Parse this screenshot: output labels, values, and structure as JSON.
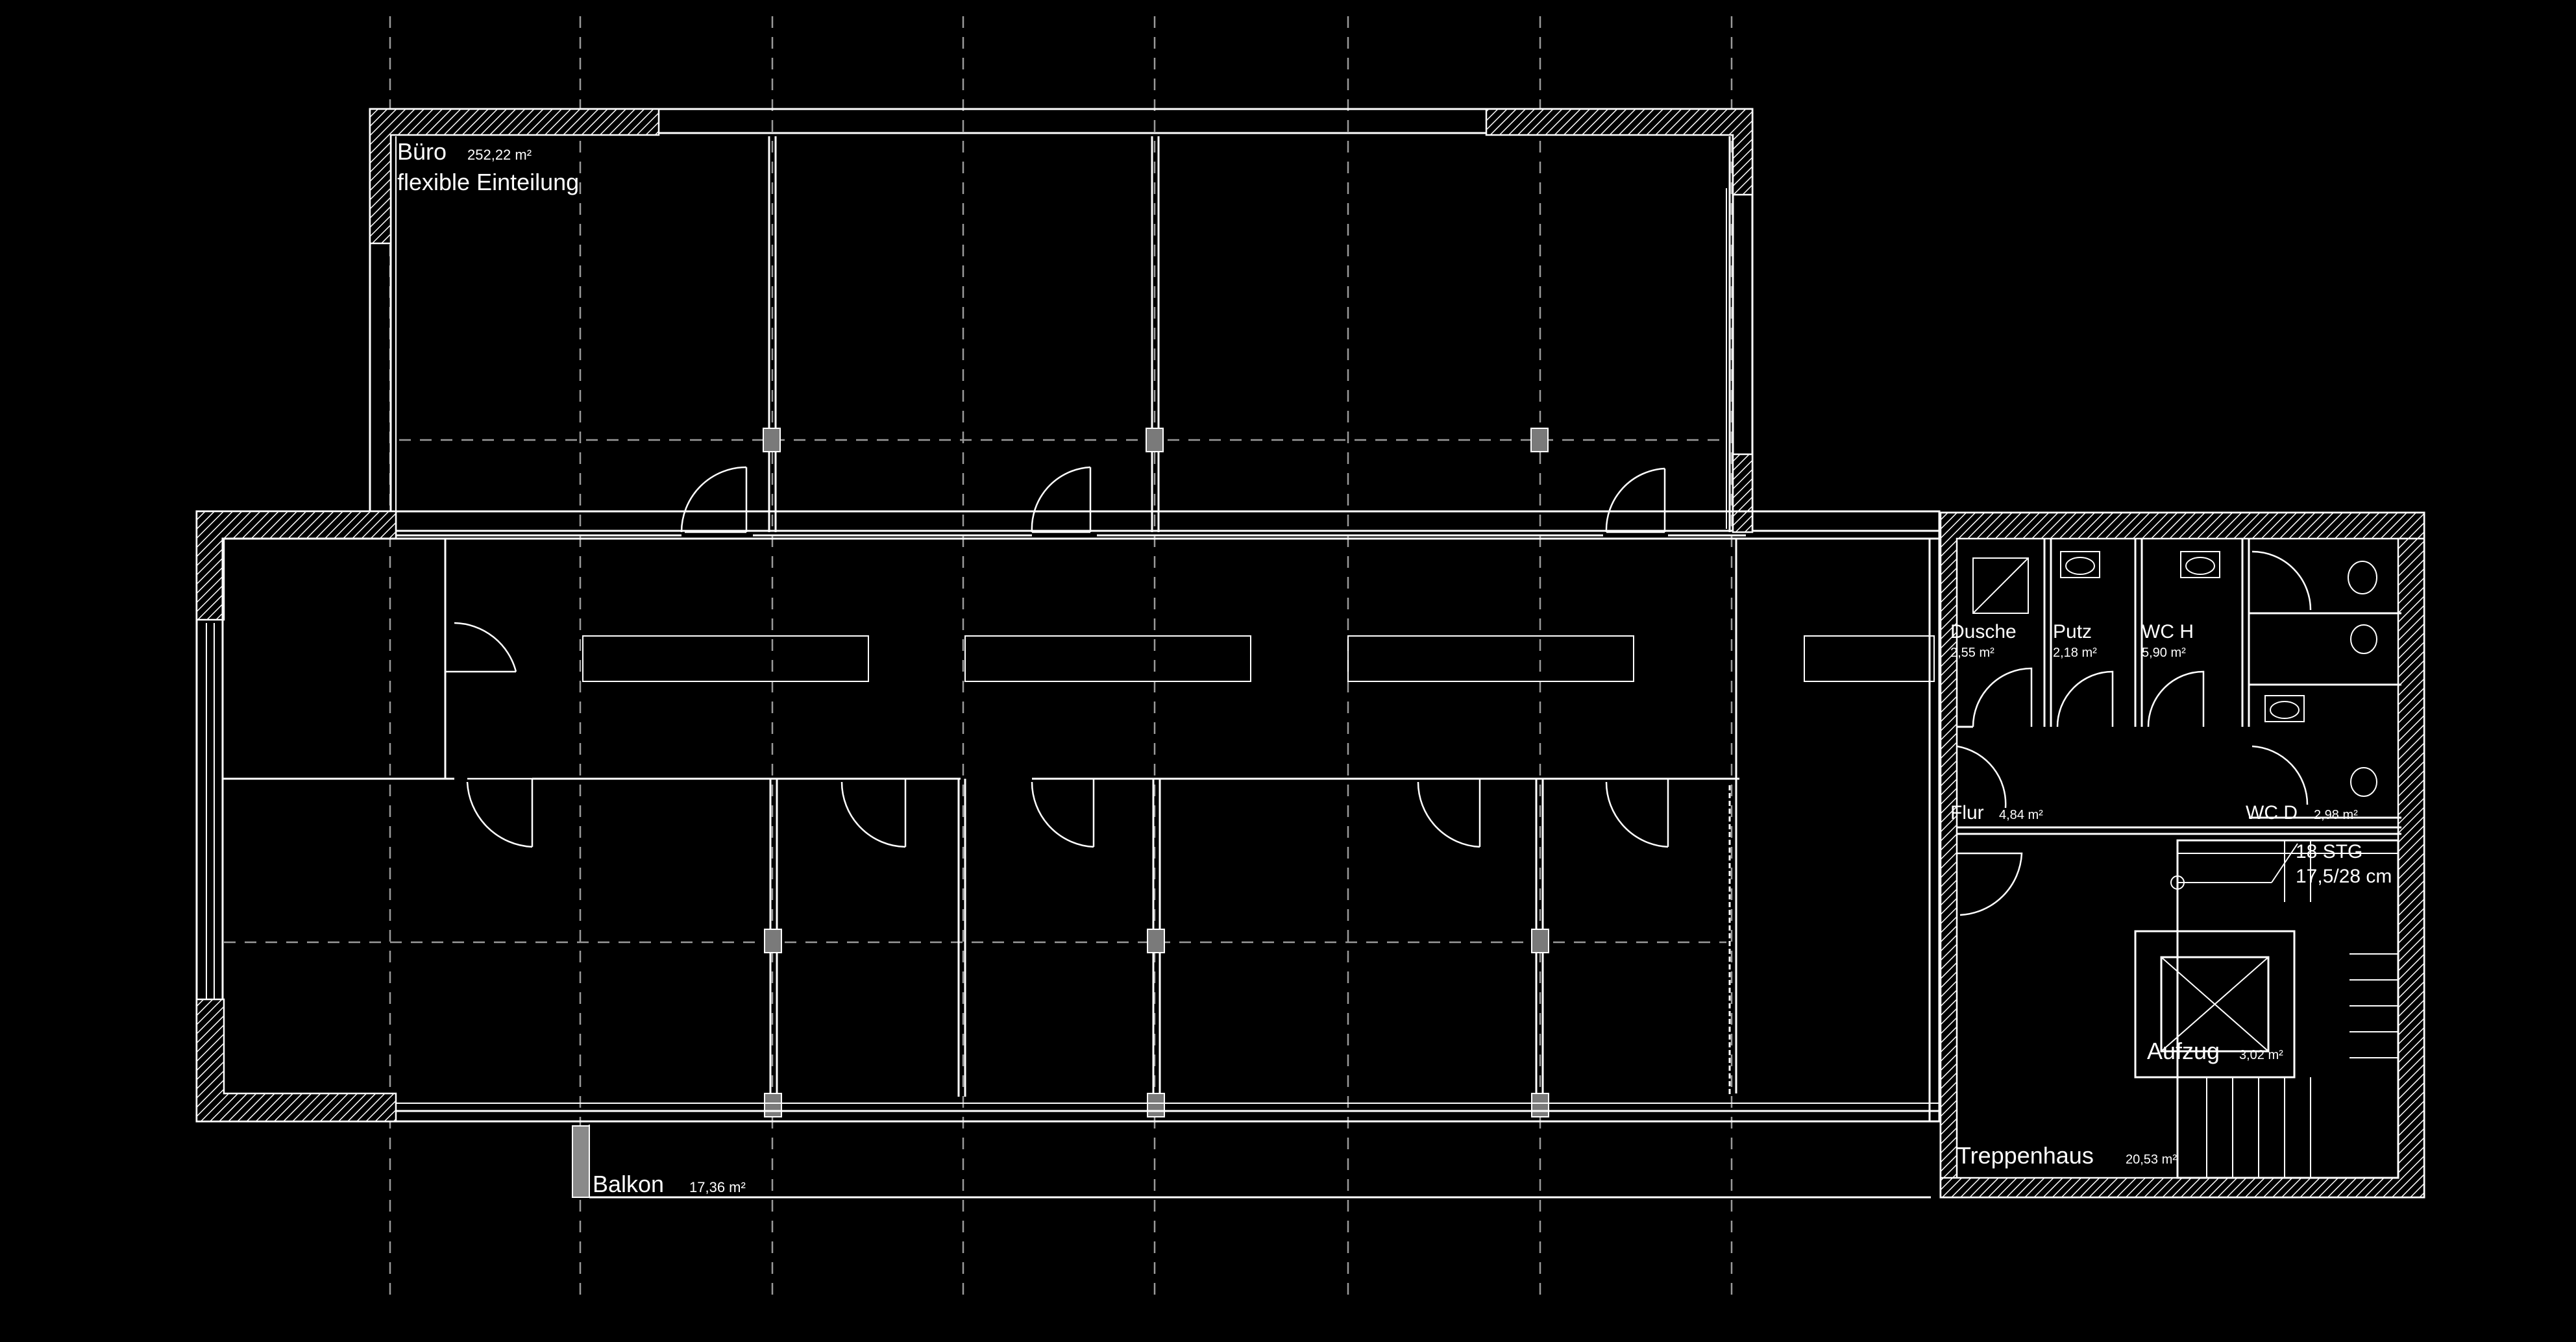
{
  "colors": {
    "background": "#000000",
    "lines": "#ffffff",
    "grid": "#9a9a9a"
  },
  "rooms": {
    "buero": {
      "name": "Büro",
      "area": "252,22 m²",
      "subtitle": "flexible Einteilung"
    },
    "balkon": {
      "name": "Balkon",
      "area": "17,36 m²"
    },
    "dusche": {
      "name": "Dusche",
      "area": "2,55 m²"
    },
    "putz": {
      "name": "Putz",
      "area": "2,18 m²"
    },
    "wc_h": {
      "name": "WC H",
      "area": "5,90 m²"
    },
    "flur": {
      "name": "Flur",
      "area": "4,84 m²"
    },
    "wc_d": {
      "name": "WC D",
      "area": "2,98 m²"
    },
    "aufzug": {
      "name": "Aufzug",
      "area": "3,02 m²"
    },
    "treppenhaus": {
      "name": "Treppenhaus",
      "area": "20,53 m²"
    }
  },
  "stairs": {
    "steps": "18 STG",
    "dimensions": "17,5/28 cm"
  }
}
